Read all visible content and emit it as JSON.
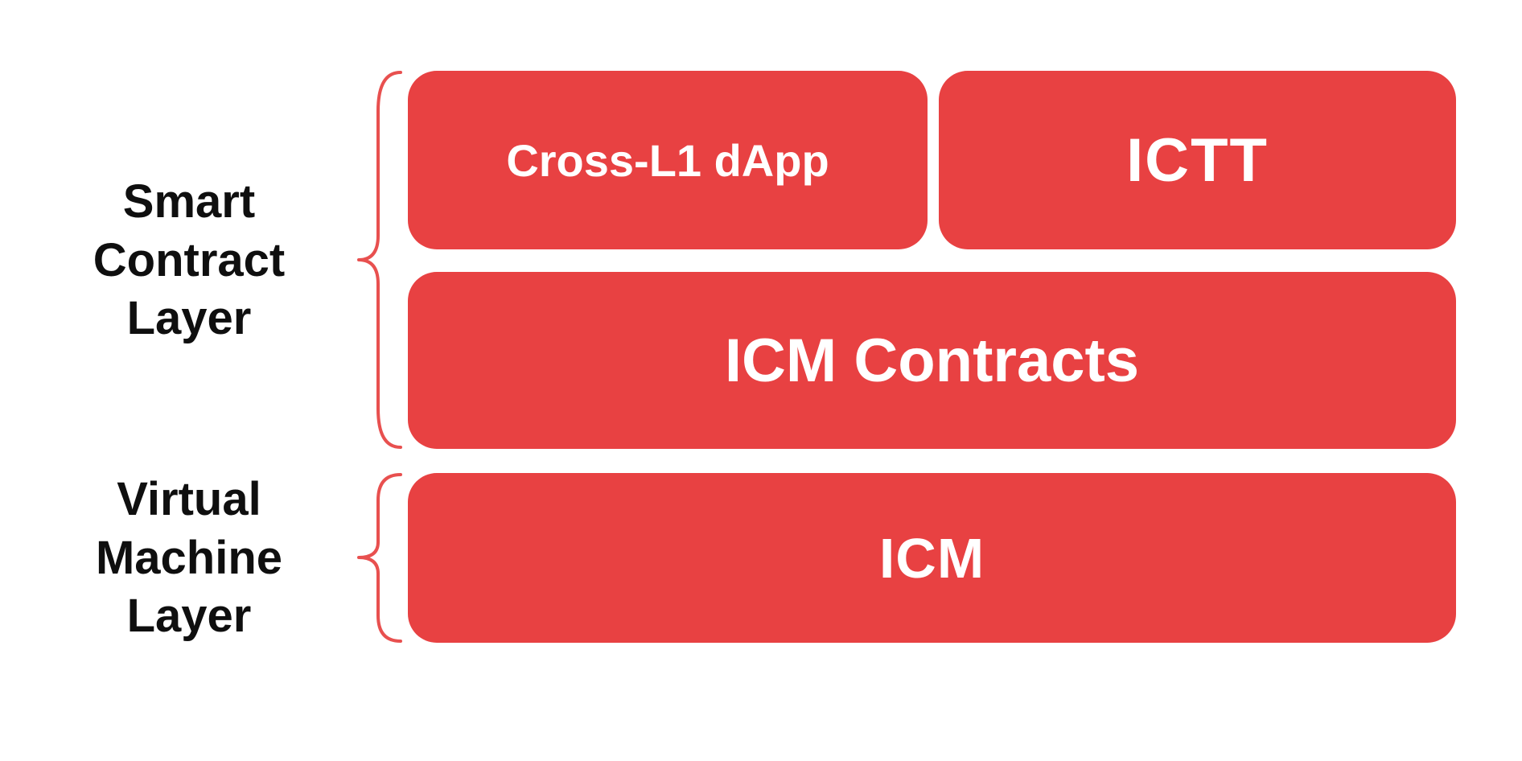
{
  "diagram": {
    "labels": {
      "smart_contract_layer": "Smart Contract Layer",
      "virtual_machine_layer": "Virtual Machine Layer"
    },
    "boxes": {
      "cross_l1_dapp": "Cross-L1 dApp",
      "ictt": "ICTT",
      "icm_contracts": "ICM Contracts",
      "icm": "ICM"
    },
    "colors": {
      "box_red": "#E84142",
      "brace_red": "#E8504F",
      "box_text": "#FFFFFF",
      "label_text": "#0F0F0F",
      "background": "#FFFFFF"
    }
  }
}
